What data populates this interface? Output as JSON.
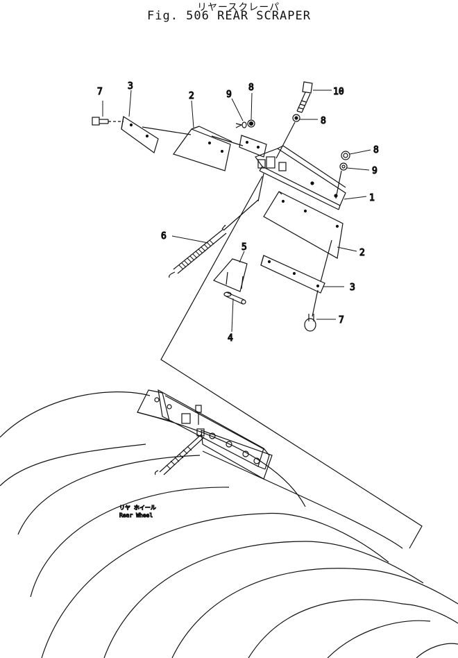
{
  "header": {
    "title_jp": "リヤースクレーパ",
    "title_en": "Fig. 506  REAR  SCRAPER"
  },
  "callouts": {
    "c1": "1",
    "c2a": "2",
    "c2b": "2",
    "c3a": "3",
    "c3b": "3",
    "c4": "4",
    "c5": "5",
    "c6": "6",
    "c7a": "7",
    "c7b": "7",
    "c8a": "8",
    "c8b": "8",
    "c8c": "8",
    "c9a": "9",
    "c9b": "9",
    "c10": "10"
  },
  "wheel": {
    "label_jp": "リヤ ホイール",
    "label_en": "Rear Wheel"
  }
}
